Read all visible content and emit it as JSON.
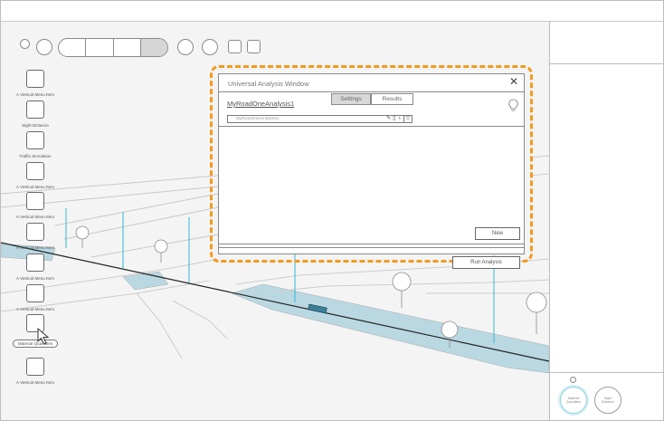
{
  "window": {
    "title": "Universal Analysis Window",
    "close_glyph": "✕",
    "analysis_link": "MyRoadOneAnalysis1",
    "tabs": [
      {
        "label": "Settings",
        "active": true
      },
      {
        "label": "Results",
        "active": false
      }
    ],
    "dropdown_value": "MyRoadOneAnalysis1",
    "new_button": "New",
    "run_button": "Run Analysis"
  },
  "vertical_menu": [
    {
      "label": "A Vertical Menu Item"
    },
    {
      "label": "Sight Distance"
    },
    {
      "label": "Traffic Simulation"
    },
    {
      "label": "A Vertical Menu Item"
    },
    {
      "label": "A Vertical Menu Item"
    },
    {
      "label": "A Vertical Menu Item"
    },
    {
      "label": "A Vertical Menu Item"
    },
    {
      "label": "A Vertical Menu Item"
    },
    {
      "label": "Material Quantities"
    },
    {
      "label": "A Vertical Menu Item"
    }
  ],
  "panel_buttons": [
    {
      "label": "Material Quantities",
      "active": true
    },
    {
      "label": "Sight Distance",
      "active": false
    }
  ],
  "colors": {
    "highlight": "#f39a1e",
    "water": "#b9d8e2",
    "marker": "#2fb8d8",
    "accent_ring": "#8cd2e0"
  },
  "icons": {
    "edit": "pencil-icon",
    "delete": "trash-icon",
    "locate": "pin-icon",
    "dropdown": "chevron-down-icon",
    "hint": "lightbulb-icon",
    "close": "close-icon",
    "cursor": "pointer-cursor-icon"
  }
}
